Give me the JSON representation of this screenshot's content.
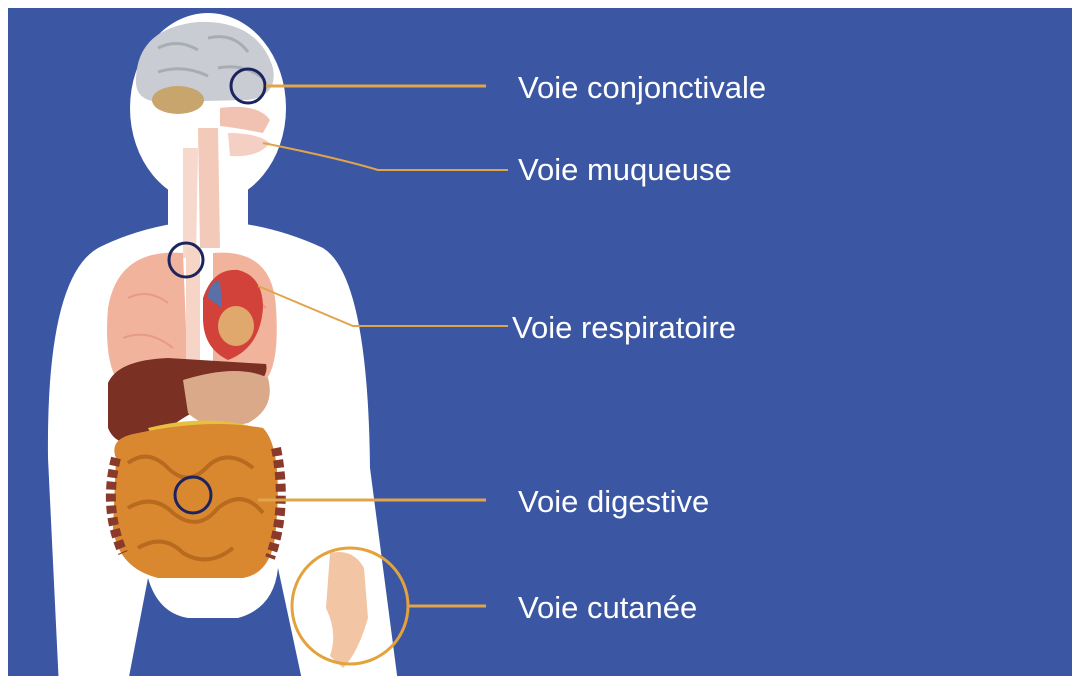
{
  "colors": {
    "background": "#3b57a4",
    "body": "#ffffff",
    "leader_line": "#e0a54a",
    "circle_blue": "#1c2460",
    "circle_orange": "#e3a23c"
  },
  "icons": [
    "brain-icon",
    "lungs-icon",
    "heart-icon",
    "liver-icon",
    "stomach-icon",
    "intestine-icon",
    "hand-icon"
  ],
  "labels": {
    "conjunctival": "Voie conjonctivale",
    "mucous": "Voie muqueuse",
    "respiratory": "Voie respiratoire",
    "digestive": "Voie digestive",
    "cutaneous": "Voie cutanée"
  }
}
